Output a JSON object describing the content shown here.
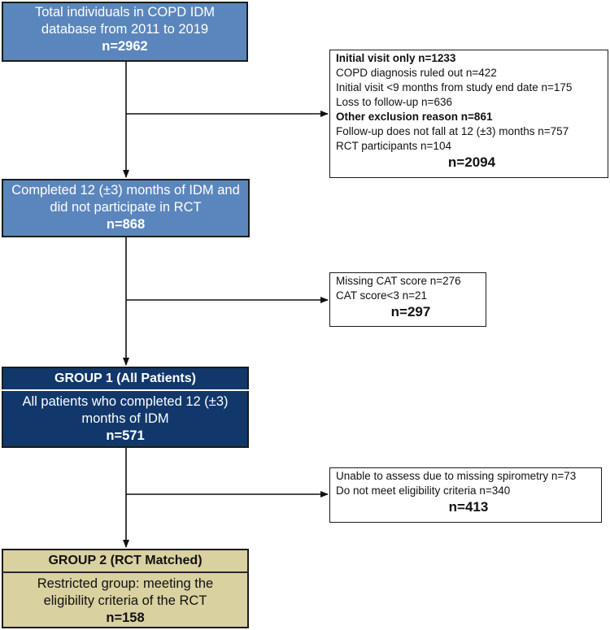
{
  "boxes": {
    "total": {
      "line1": "Total individuals in COPD IDM",
      "line2": "database from 2011 to 2019",
      "n": "n=2962"
    },
    "completed": {
      "line1": "Completed 12 (±3) months of IDM and",
      "line2": "did not participate in RCT",
      "n": "n=868"
    },
    "group1": {
      "header": "GROUP 1 (All Patients)",
      "line1": "All patients who completed 12 (±3)",
      "line2": "months of IDM",
      "n": "n=571"
    },
    "group2": {
      "header": "GROUP 2 (RCT Matched)",
      "line1": "Restricted group: meeting the",
      "line2": "eligibility criteria of the RCT",
      "n": "n=158"
    }
  },
  "exclusions": {
    "first": {
      "heading1": "Initial visit only  n=1233",
      "items1": [
        "COPD diagnosis ruled out n=422",
        "Initial visit  <9 months from study end date  n=175",
        "Loss to follow-up n=636"
      ],
      "heading2": "Other exclusion reason n=861",
      "items2": [
        "Follow-up does not fall at 12 (±3) months n=757",
        "RCT participants n=104"
      ],
      "n": "n=2094"
    },
    "second": {
      "items": [
        "Missing CAT score n=276",
        "CAT score<3 n=21"
      ],
      "n": "n=297"
    },
    "third": {
      "items": [
        "Unable to assess due to missing spirometry n=73",
        "Do not meet eligibility criteria n=340"
      ],
      "n": "n=413"
    }
  },
  "colors": {
    "box_blue": "#5b86bd",
    "box_navy": "#12386b",
    "box_tan": "#d9d1a0",
    "line": "#111111"
  }
}
